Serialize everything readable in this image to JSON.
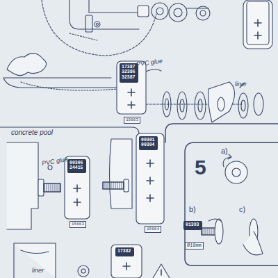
{
  "diagram": {
    "nodes": [
      {
        "text": [
          "17387 32386 32387"
        ]
      },
      {
        "text": [
          "00306 24415"
        ]
      },
      {
        "text": [
          "00301 00304"
        ]
      },
      {
        "text": [
          "01393"
        ]
      },
      {
        "text": [
          "17382"
        ]
      }
    ],
    "edges": [],
    "labels": [
      "PVC glue",
      "liner",
      "15663",
      "concrete pool",
      "PVC glue",
      "15663",
      "15664",
      "5",
      "a)",
      "b)",
      "c)",
      "Ø18mm",
      "liner"
    ]
  }
}
